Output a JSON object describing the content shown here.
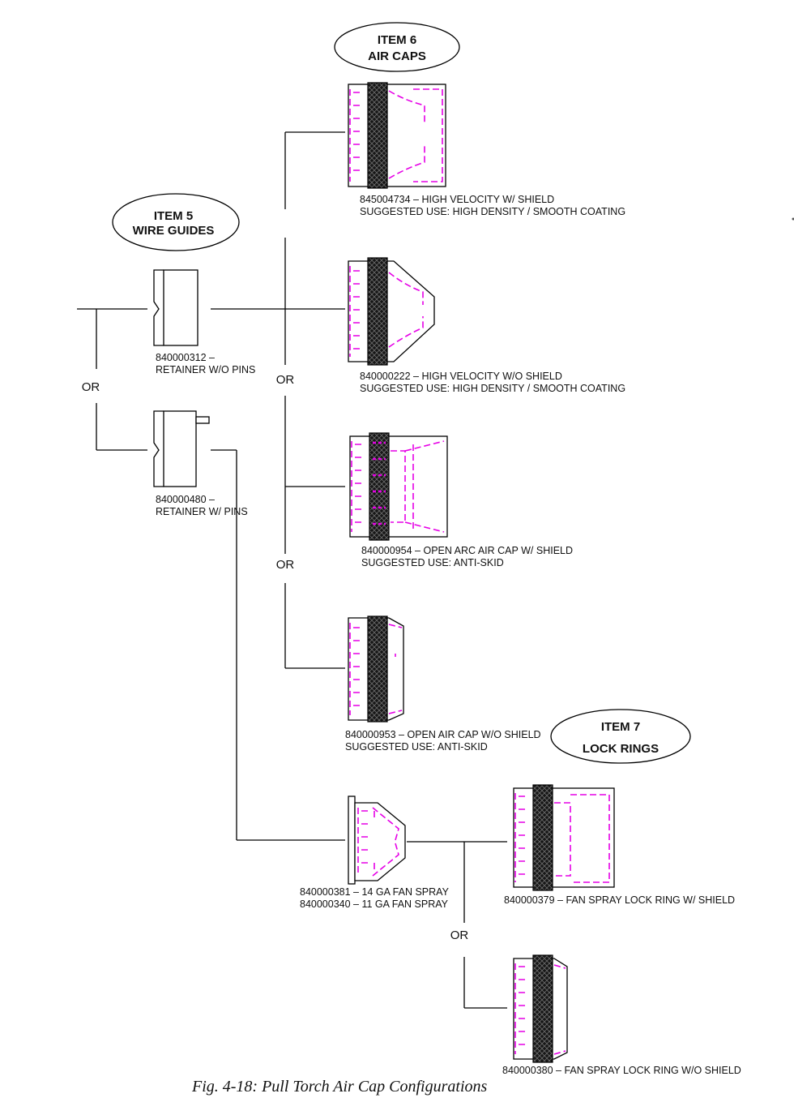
{
  "items": {
    "item5": {
      "line1": "ITEM 5",
      "line2": "WIRE GUIDES"
    },
    "item6": {
      "line1": "ITEM 6",
      "line2": "AIR CAPS"
    },
    "item7": {
      "line1": "ITEM 7",
      "line2": "LOCK RINGS"
    }
  },
  "or_label": "OR",
  "wire_guides": [
    {
      "line1": "840000312 –",
      "line2": "RETAINER W/O PINS"
    },
    {
      "line1": "840000480 –",
      "line2": "RETAINER W/ PINS"
    }
  ],
  "air_caps": [
    {
      "line1": "845004734 – HIGH VELOCITY W/ SHIELD",
      "line2": "SUGGESTED USE: HIGH DENSITY / SMOOTH COATING"
    },
    {
      "line1": "840000222 – HIGH VELOCITY W/O SHIELD",
      "line2": "SUGGESTED USE: HIGH DENSITY / SMOOTH COATING"
    },
    {
      "line1": "840000954 – OPEN ARC AIR CAP W/ SHIELD",
      "line2": "SUGGESTED USE: ANTI-SKID"
    },
    {
      "line1": "840000953 – OPEN AIR CAP W/O SHIELD",
      "line2": "SUGGESTED USE: ANTI-SKID"
    }
  ],
  "fan_spray": {
    "line1": "840000381 – 14 GA FAN SPRAY",
    "line2": "840000340 – 11 GA FAN SPRAY"
  },
  "lock_rings": [
    {
      "label": "840000379 – FAN SPRAY LOCK RING W/ SHIELD"
    },
    {
      "label": "840000380 – FAN SPRAY LOCK RING W/O SHIELD"
    }
  ],
  "caption": "Fig. 4-18: Pull Torch Air Cap Configurations"
}
